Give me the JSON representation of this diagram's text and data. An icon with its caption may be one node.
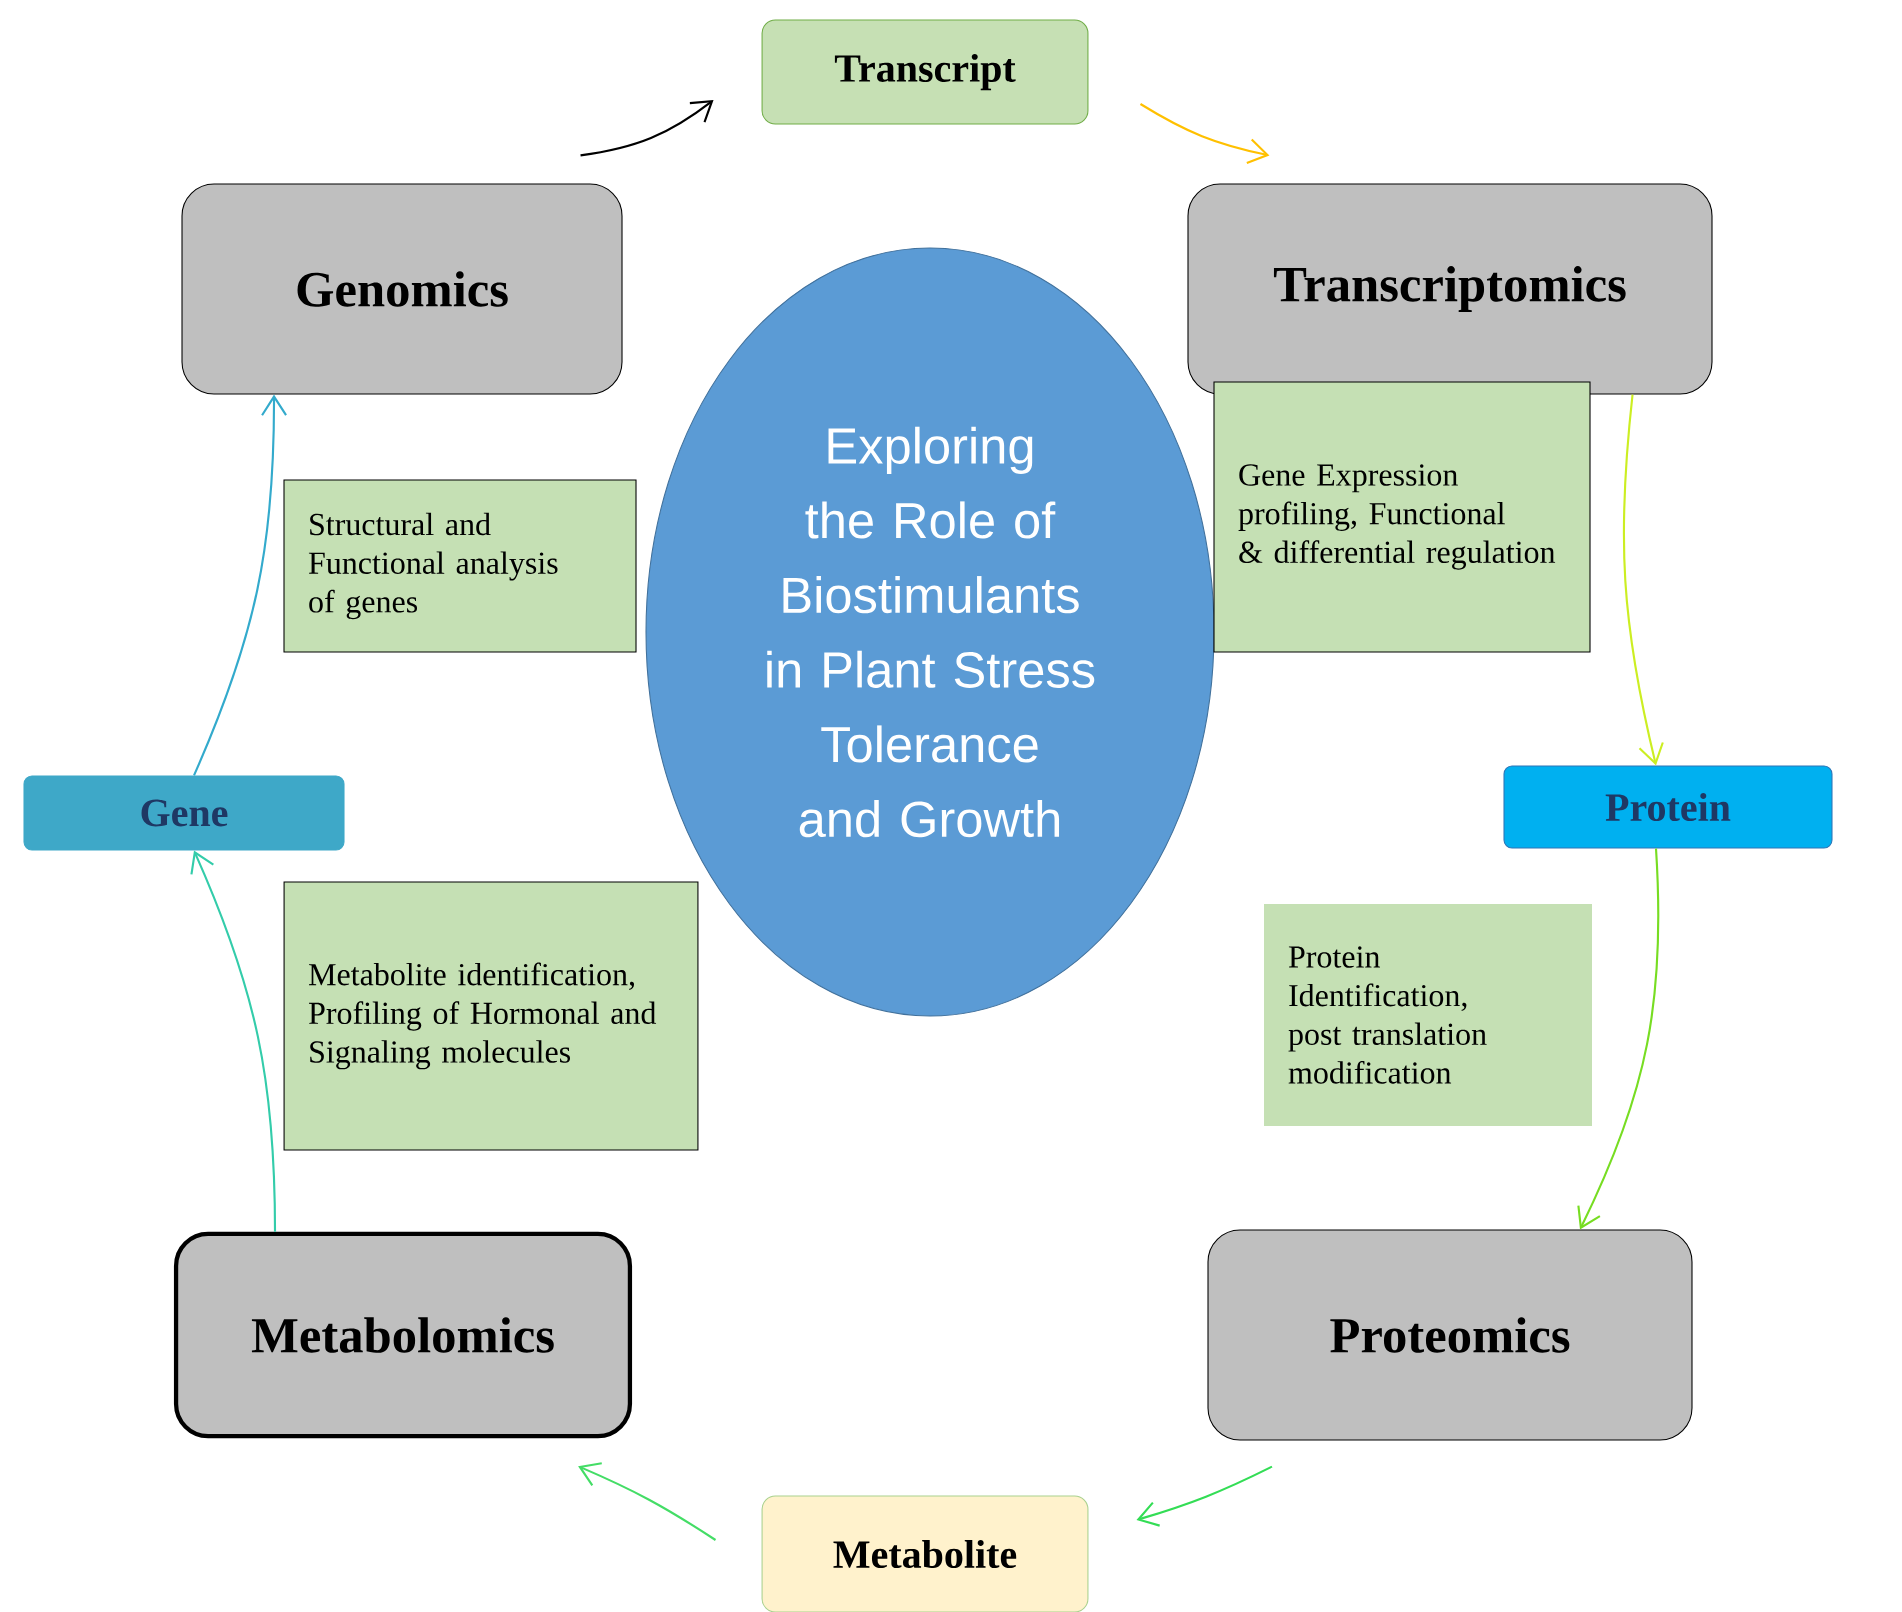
{
  "diagram": {
    "nodes": [
      {
        "text": [
          "Transcript"
        ]
      },
      {
        "text": [
          "Genomics"
        ]
      },
      {
        "text": [
          "Transcriptomics"
        ]
      },
      {
        "text": [
          "Exploring the Role of Biostimulants in Plant Stress Tolerance and Growth"
        ]
      },
      {
        "text": [
          "Structural and Functional analysis of genes"
        ]
      },
      {
        "text": [
          "Gene Expression profiling, Functional & differential regulation"
        ]
      },
      {
        "text": [
          "Gene"
        ]
      },
      {
        "text": [
          "Protein"
        ]
      },
      {
        "text": [
          "Metabolite identification, Profiling of Hormonal and Signaling molecules"
        ]
      },
      {
        "text": [
          "Protein Identification, post translation modification"
        ]
      },
      {
        "text": [
          "Metabolomics"
        ]
      },
      {
        "text": [
          "Proteomics"
        ]
      },
      {
        "text": [
          "Metabolite"
        ]
      }
    ],
    "edges": [
      {
        "from": 1,
        "to": 0,
        "arrow": "to",
        "color": "#000000"
      },
      {
        "from": 0,
        "to": 2,
        "arrow": "to",
        "color": "#ffc000"
      },
      {
        "from": 2,
        "to": 7,
        "arrow": "to",
        "color": "#ccee22"
      },
      {
        "from": 7,
        "to": 11,
        "arrow": "to",
        "color": "#77dd22"
      },
      {
        "from": 11,
        "to": 12,
        "arrow": "to",
        "color": "#33dd55"
      },
      {
        "from": 12,
        "to": 10,
        "arrow": "to",
        "color": "#44dd66"
      },
      {
        "from": 10,
        "to": 6,
        "arrow": "to",
        "color": "#33ccaa"
      },
      {
        "from": 6,
        "to": 1,
        "arrow": "to",
        "color": "#33aacc"
      }
    ]
  }
}
